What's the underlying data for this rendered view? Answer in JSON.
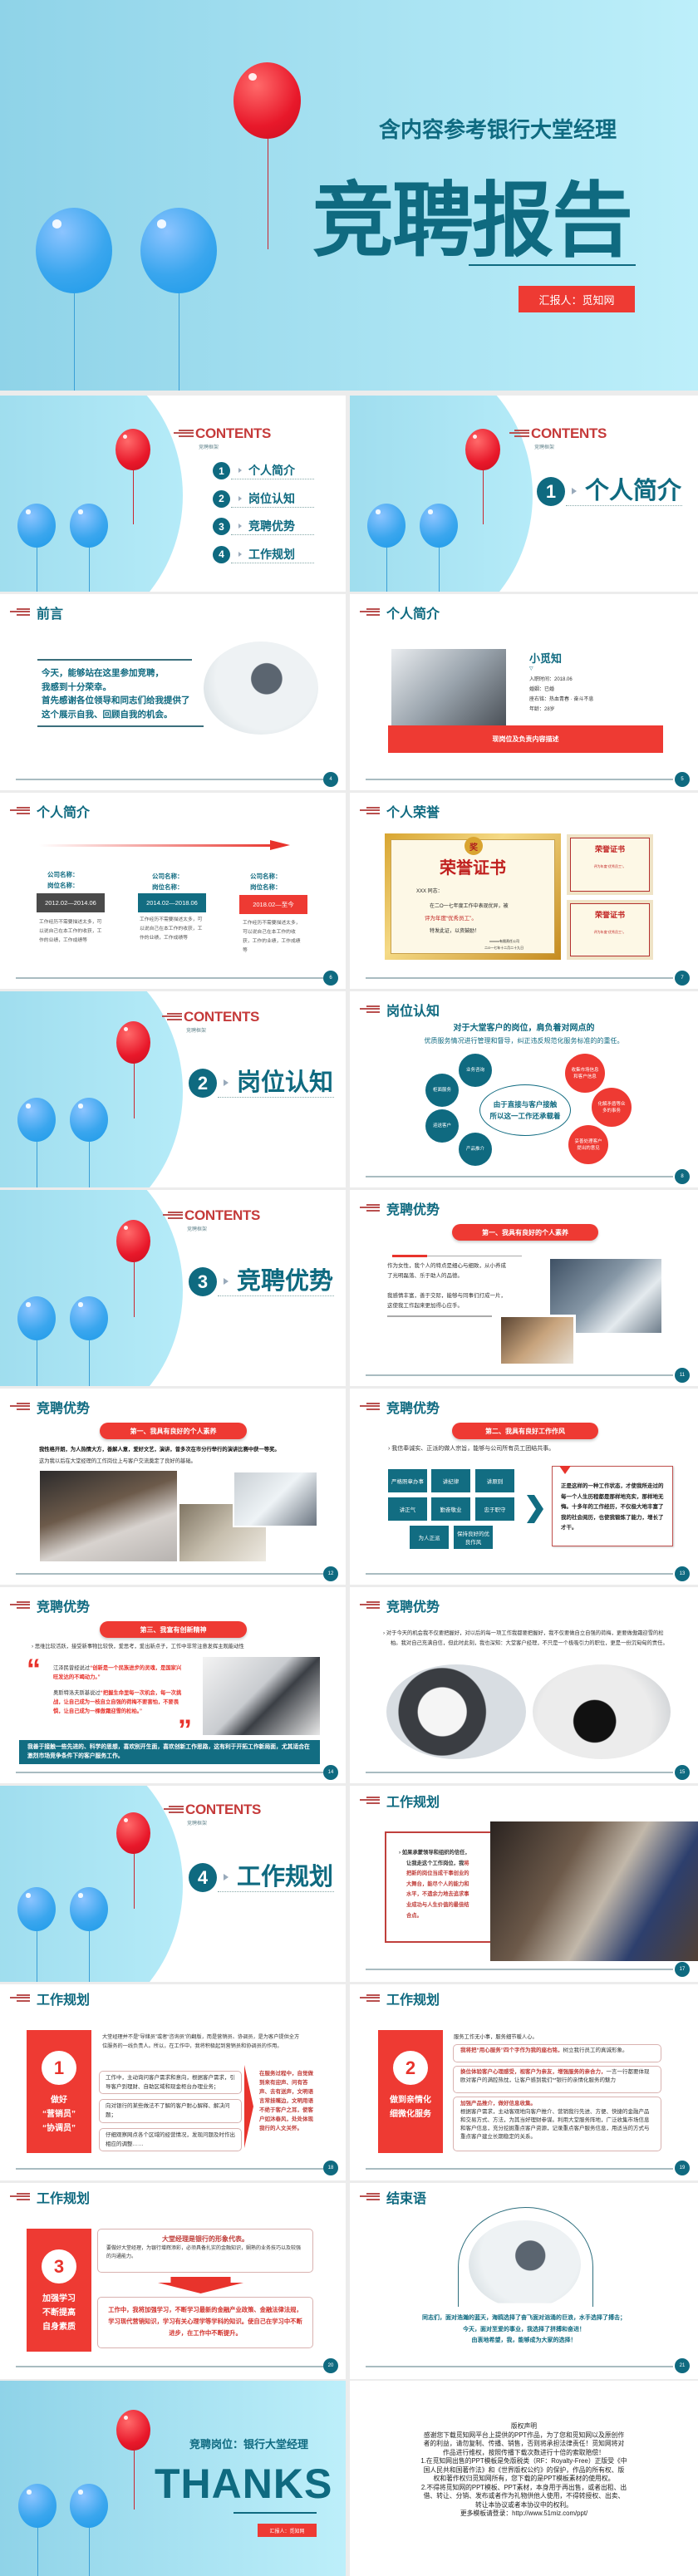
{
  "colors": {
    "teal": "#0f6a80",
    "red": "#ee3a33",
    "sky": "#a6e0ef"
  },
  "cover": {
    "subtitle": "含内容参考银行大堂经理",
    "title": "竞聘报告",
    "reporter": "汇报人：觅知网"
  },
  "toc": {
    "title": "CONTENTS",
    "subtitle": "竞聘框架",
    "items": [
      {
        "num": "1",
        "label": "个人简介"
      },
      {
        "num": "2",
        "label": "岗位认知"
      },
      {
        "num": "3",
        "label": "竞聘优势"
      },
      {
        "num": "4",
        "label": "工作规划"
      }
    ]
  },
  "preface": {
    "title": "前言",
    "lines": [
      "今天，能够站在这里参加竞聘，",
      "我感到十分荣幸。",
      "首先感谢各位领导和同志们给我提供了",
      "这个展示自我、回顾自我的机会。"
    ],
    "page": "4"
  },
  "profile": {
    "title": "个人简介",
    "name": "小觅知",
    "marker": "▽",
    "details": [
      "入职时间：2018.06",
      "婚姻：已婚",
      "座右铭：热血青春 · 奋斗不息",
      "年龄：28岁"
    ],
    "bar": "现岗位及负责内容描述",
    "page": "5"
  },
  "timeline": {
    "title": "个人简介",
    "company": "公司名称：",
    "position": "岗位名称：",
    "periods": [
      "2012.02—2014.06",
      "2014.02—2018.06",
      "2018.02—至今"
    ],
    "desc": "工作经历不需要描述太多，可以说自己在本工作的收获，工作的业绩，工作成绩等",
    "page": "6"
  },
  "honor": {
    "title": "个人荣誉",
    "cert_title": "荣誉证书",
    "badge": "奖",
    "to": "XXX 同志：",
    "body1": "在二O一七年度工作中表现优异，被",
    "body2": "评为年度“优秀员工”。",
    "body3": "特发此证，以资鼓励！",
    "org": "xxxxxx有限责任公司",
    "date": "二O一七年十二月二十九日",
    "page": "7"
  },
  "role": {
    "title": "岗位认知",
    "heading": "对于大堂客户的岗位，肩负着对网点的",
    "sub": "优质服务情况进行管理和督导，纠正违反规范化服务标准的的重任。",
    "center": [
      "由于直接与客户接触",
      "所以这一工作还承载着"
    ],
    "teal_items": [
      "业务咨询",
      "柜面服务",
      "迎送客户",
      "产品推介"
    ],
    "red_items": [
      "收集市场信息和客户信息",
      "化解矛盾等众多的事务",
      "妥善处理客户提出的意见"
    ],
    "page": "8"
  },
  "adv1": {
    "title": "竞聘优势",
    "pill": "第一、我具有良好的个人素养",
    "lines": [
      "作为女性，我个人的特点是细心与细致，从小养成",
      "了光明磊落、乐于助人的品德。",
      "我感情丰富，善于交际，能够与同事们打成一片，",
      "这使我工作起来更加得心应手。"
    ],
    "page": "11"
  },
  "adv2": {
    "title": "竞聘优势",
    "pill": "第一、我具有良好的个人素养",
    "bold": "我性格开朗，为人热情大方，善解人意，爱好文艺，演讲，曾多次在市分行举行的演讲比赛中获一等奖。",
    "text": "这为我以后在大堂经理的工作岗位上与客户交流奠定了良好的基础。",
    "page": "12"
  },
  "adv3": {
    "title": "竞聘优势",
    "pill": "第二、我具有良好工作作风",
    "bullet": "我信奉诚实、正派的做人宗旨，能够与公司所有员工团结共事。",
    "boxes": [
      "严格照章办事",
      "讲纪律",
      "讲原则",
      "讲正气",
      "勤奋敬业",
      "忠于职守",
      "为人正派",
      "保持良好的优良作风"
    ],
    "text": "正是这样的一种工作状态，才使我所走过的每一个人生历程都是那样地充实，那样地无悔。十多年的工作经历，不仅极大地丰富了我的社会阅历，也使我锻炼了能力，增长了才干。",
    "page": "13"
  },
  "adv4": {
    "title": "竞聘优势",
    "pill": "第三、我富有创新精神",
    "bullet": "思维比较活跃，接受新事物比较快，爱思考，爱出新点子，工作中非常注意发挥主观能动性",
    "q1_a": "江泽民曾经说过",
    "q1_b": "“创新是一个民族进步的灵魂，是国家兴旺发达的不竭动力。”",
    "q2_a": "奥斯特洛夫斯基说过",
    "q2_b": "“把握生命里每一次机会，每一次挑战，让自己成为一枝自立自强的荷梅不要害怕，不要畏惧，让自己成为一棵傲霜迎雪的松柏。”",
    "open_quote": "“",
    "close_quote": "”",
    "banner": "我善于接触一些先进的、科学的思想，喜欢别开生面，喜欢创新工作思路，这有利于开拓工作新局面，尤其适合在激烈市场竞争条件下的客户服务工作。",
    "page": "14"
  },
  "adv5": {
    "title": "竞聘优势",
    "text": "对于今天的机会我不仅要把握好，对以后的每一项工作我都要把握好，我不仅要做自立自强的荷梅，更要做傲霜迎雪的松柏。我对自己充满自信，但此时此刻，我也深知：大堂客户经理，不只是一个极吸引力的职位，更是一份沉甸甸的责任。",
    "page": "15"
  },
  "plan0": {
    "title": "工作规划",
    "text_a": "如果承蒙领导和组织的信任，让我走这个工作岗位，我",
    "text_b": "将把新的岗位当成干事创业的大舞台，能尽个人的能力和水平，不遗余力地去追求事业成功与人生价值的最佳结合点。",
    "page": "17"
  },
  "plan1": {
    "title": "工作规划",
    "num": "1",
    "panel": [
      "做好",
      "“营销员”",
      "“协调员”"
    ],
    "intro": "大堂经理并不是“导储员”或者“咨询员”的翻版，而是营销员、协调员，是为客户提供全方位服务的一线负责人。所以，在工作中，我将积极起到营销员和协调员的作用。",
    "boxes": [
      "工作中，主动询问客户需求和意向，根据客户需求，引导客户到理财、自助区域和现金柜台办理业务；",
      "向对银行的某些做法不了解的客户耐心解释、解决问题；",
      "仔细观察网点各个区域的经营情况，发现问题及时作出相应的调整……"
    ],
    "red": "在服务过程中，自觉做到来有迎声、问有答声、去有送声，文明语言常挂嘴边，文明用语不绝于客户之耳，使客户如沐春风，处处体现我行的人文关怀。",
    "page": "18"
  },
  "plan2": {
    "title": "工作规划",
    "num": "2",
    "panel": [
      "做到亲情化",
      "细微化服务"
    ],
    "intro": "服务工作无小事，服务细节暖人心。",
    "boxes": [
      {
        "red": "我将把“用心服务”四个字作为我的座右铭，",
        "text": "树立我行员工的真诚形象。"
      },
      {
        "red": "换位体验客户心理感受，视客户为亲友，增强服务的亲合力，",
        "text": "一言一行都要体现欧对客户的满腔热忱，让客户感到我们**银行的亲情化服务的魅力"
      },
      {
        "red": "加强产品推介，做好信息收集。",
        "text": "根据客户需求，主动客观地向客户推介、营销我行先进、方便、快捷的金融产品和交易方式、方法，为其当好理财参谋。利用大堂服务阵地，广泛收集市场信息和客户信息，充分挖掘重点客户资源，记录重点客户服务信息，用适当的方式与重点客户建立长期稳定的关系。"
      }
    ],
    "page": "19"
  },
  "plan3": {
    "title": "工作规划",
    "num": "3",
    "panel": [
      "加强学习",
      "不断提高",
      "自身素质"
    ],
    "box1_title": "大堂经理是银行的形象代表。",
    "box1_text": "要做好大堂经理，为银行增辉添彩，必须具备扎实的金融知识，娴熟的业务技巧以及较强的沟通能力。",
    "box2": "工作中，我将加强学习，不断学习最新的金融产业政策、金融法律法规，学习现代营销知识，学习有关心理学等学科的知识。使自己在学习中不断进步，在工作中不断提升。",
    "page": "20"
  },
  "closing": {
    "title": "结束语",
    "lines": [
      "同志们，面对浩瀚的蓝天，海鸥选择了奋飞面对汹涌的巨浪，水手选择了搏击；",
      "今天，面对至爱的事业，我选择了拼搏和奋进！",
      "由衷地希望，我，能够成为大家的选择！"
    ],
    "page": "21"
  },
  "thanks": {
    "subtitle": "竞聘岗位：银行大堂经理",
    "title": "THANKS",
    "reporter": "汇报人：觅知网"
  },
  "copyright": {
    "lines": [
      "版权声明",
      "感谢您下载觅知网平台上提供的PPT作品，为了您和觅知网以及原创作",
      "者的利益，请勿复制、传播、销售，否则将承担法律责任！觅知网将对",
      "作品进行维权，按照传播下载次数进行十倍的索取赔偿！",
      "1.在觅知网出售的PPT模板是免版税类（RF：Royalty-Free）正版受《中",
      "国人民共和国著作法》和《世界版权公约》的保护，作品的所有权、版",
      "权和著作权归觅知网所有，您下载的是PPT模板素材的使用权。",
      "2.不得将觅知网的PPT模板、PPT素材，本身用于再出售，或者出租、出",
      "借、转让、分销、发布或者作为礼物供他人使用，不得转授权、出卖、",
      "转让本协议或者本协议中的权利。",
      "更多模板请登录：http://www.51miz.com/ppt/"
    ]
  }
}
